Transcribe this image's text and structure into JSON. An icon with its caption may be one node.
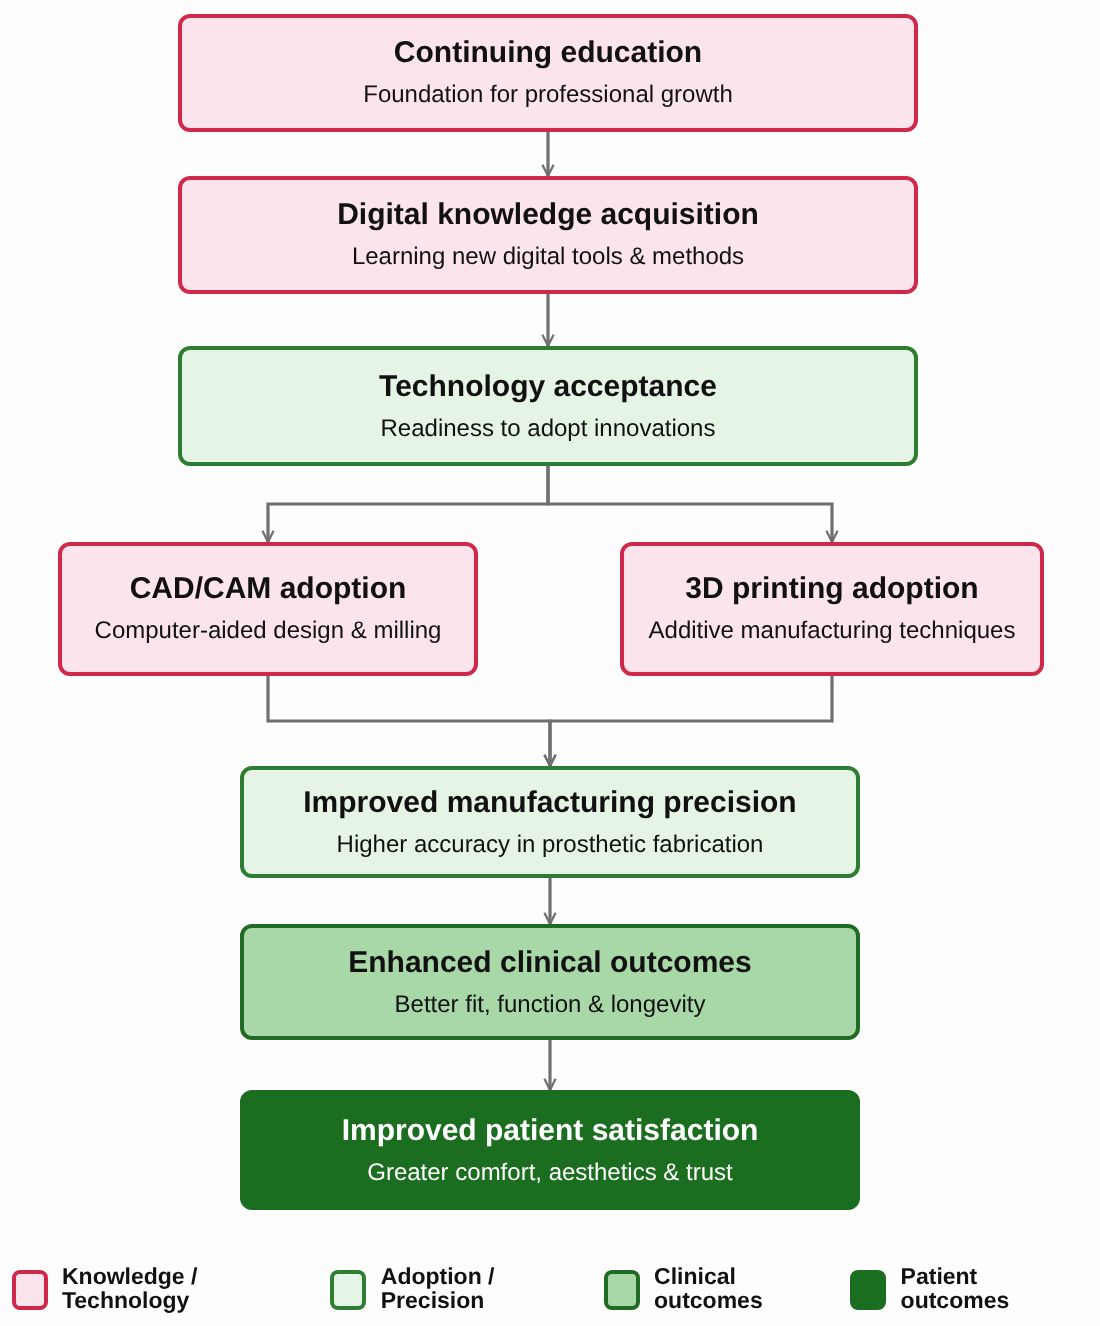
{
  "diagram": {
    "nodes": [
      {
        "text": [
          "Continuing education",
          "Foundation for professional growth"
        ]
      },
      {
        "text": [
          "Digital knowledge acquisition",
          "Learning new digital tools & methods"
        ]
      },
      {
        "text": [
          "Technology acceptance",
          "Readiness to adopt innovations"
        ]
      },
      {
        "text": [
          "CAD/CAM adoption",
          "Computer-aided design & milling"
        ]
      },
      {
        "text": [
          "3D printing adoption",
          "Additive manufacturing techniques"
        ]
      },
      {
        "text": [
          "Improved manufacturing precision",
          "Higher accuracy in prosthetic fabrication"
        ]
      },
      {
        "text": [
          "Enhanced clinical outcomes",
          "Better fit, function & longevity"
        ]
      },
      {
        "text": [
          "Improved patient satisfaction",
          "Greater comfort, aesthetics & trust"
        ]
      }
    ],
    "edges": [
      {
        "from": 0,
        "to": 1,
        "arrow": "to"
      },
      {
        "from": 1,
        "to": 2,
        "arrow": "to"
      },
      {
        "from": 2,
        "to": 3,
        "arrow": "to"
      },
      {
        "from": 2,
        "to": 4,
        "arrow": "to"
      },
      {
        "from": 3,
        "to": 5,
        "arrow": "to"
      },
      {
        "from": 4,
        "to": 5,
        "arrow": "to"
      },
      {
        "from": 5,
        "to": 6,
        "arrow": "to"
      },
      {
        "from": 6,
        "to": 7,
        "arrow": "to"
      }
    ],
    "legend": [
      {
        "text": "Knowledge / Technology",
        "color": "#fce4ec"
      },
      {
        "text": "Adoption / Precision",
        "color": "#e6f4e6"
      },
      {
        "text": "Clinical outcomes",
        "color": "#a8d8a8"
      },
      {
        "text": "Patient outcomes",
        "color": "#1b6e20"
      }
    ]
  }
}
